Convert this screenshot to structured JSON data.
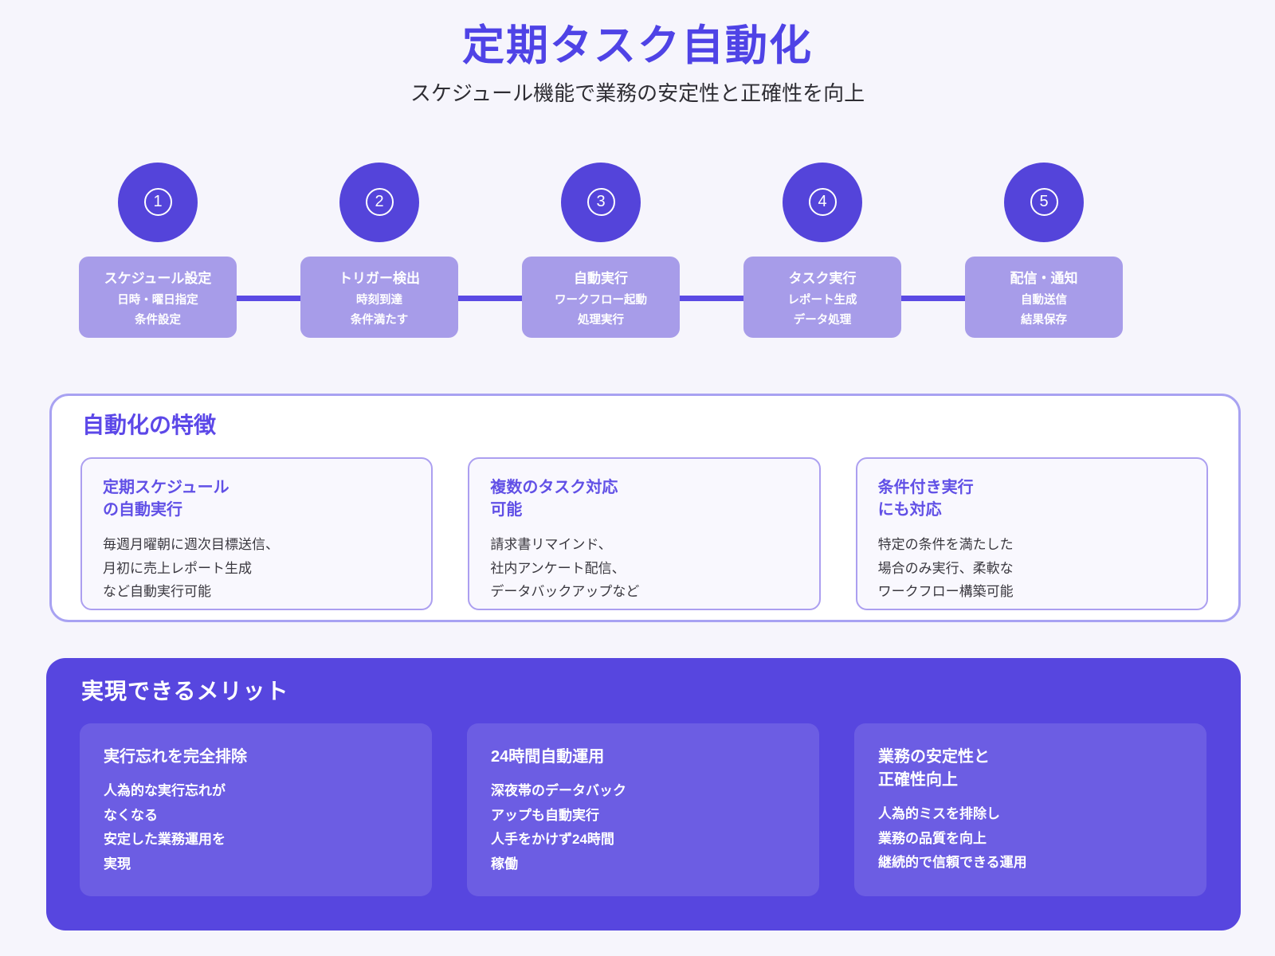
{
  "page": {
    "title": "定期タスク自動化",
    "subtitle": "スケジュール機能で業務の安定性と正確性を向上"
  },
  "colors": {
    "accent": "#4f43e6",
    "circle": "#5444da",
    "step_box": "#a79ce9",
    "connector": "#5b4ae4",
    "panel": "#5746df",
    "background": "#f6f5fc"
  },
  "steps": [
    {
      "number": "1",
      "title": "スケジュール設定",
      "details": "日時・曜日指定\n条件設定"
    },
    {
      "number": "2",
      "title": "トリガー検出",
      "details": "時刻到達\n条件満たす"
    },
    {
      "number": "3",
      "title": "自動実行",
      "details": "ワークフロー起動\n処理実行"
    },
    {
      "number": "4",
      "title": "タスク実行",
      "details": "レポート生成\nデータ処理"
    },
    {
      "number": "5",
      "title": "配信・通知",
      "details": "自動送信\n結果保存"
    }
  ],
  "features": {
    "heading": "自動化の特徴",
    "cards": [
      {
        "title": "定期スケジュール\nの自動実行",
        "body": "毎週月曜朝に週次目標送信、\n月初に売上レポート生成\nなど自動実行可能"
      },
      {
        "title": "複数のタスク対応\n可能",
        "body": "請求書リマインド、\n社内アンケート配信、\nデータバックアップなど"
      },
      {
        "title": "条件付き実行\nにも対応",
        "body": "特定の条件を満たした\n場合のみ実行、柔軟な\nワークフロー構築可能"
      }
    ]
  },
  "benefits": {
    "heading": "実現できるメリット",
    "cards": [
      {
        "title": "実行忘れを完全排除",
        "body": "人為的な実行忘れが\nなくなる\n安定した業務運用を\n実現"
      },
      {
        "title": "24時間自動運用",
        "body": "深夜帯のデータバック\nアップも自動実行\n人手をかけず24時間\n稼働"
      },
      {
        "title": "業務の安定性と\n正確性向上",
        "body": "人為的ミスを排除し\n業務の品質を向上\n継続的で信頼できる運用"
      }
    ]
  }
}
